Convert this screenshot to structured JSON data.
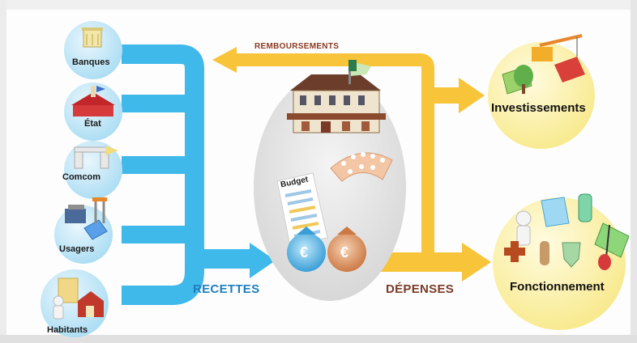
{
  "sources": [
    {
      "label": "Banques"
    },
    {
      "label": "État"
    },
    {
      "label": "Comcom"
    },
    {
      "label": "Usagers"
    },
    {
      "label": "Habitants"
    }
  ],
  "flows": {
    "recettes": "RECETTES",
    "remboursements": "REMBOURSEMENTS",
    "depenses": "DÉPENSES"
  },
  "destinations": {
    "investissements": "Investissements",
    "fonctionnement": "Fonctionnement"
  },
  "budget_label": "Budget",
  "currency_symbol": "€",
  "colors": {
    "recettes": "#3fb8ea",
    "depenses": "#f7c43a",
    "recettes_text": "#1e7fbf",
    "depenses_text": "#7a3a25",
    "remboursements_text": "#8b3a22",
    "source_circle": "#bfe5f7",
    "destination_circle": "#fdf2b0",
    "center_ellipse": "#e4e4e4"
  }
}
